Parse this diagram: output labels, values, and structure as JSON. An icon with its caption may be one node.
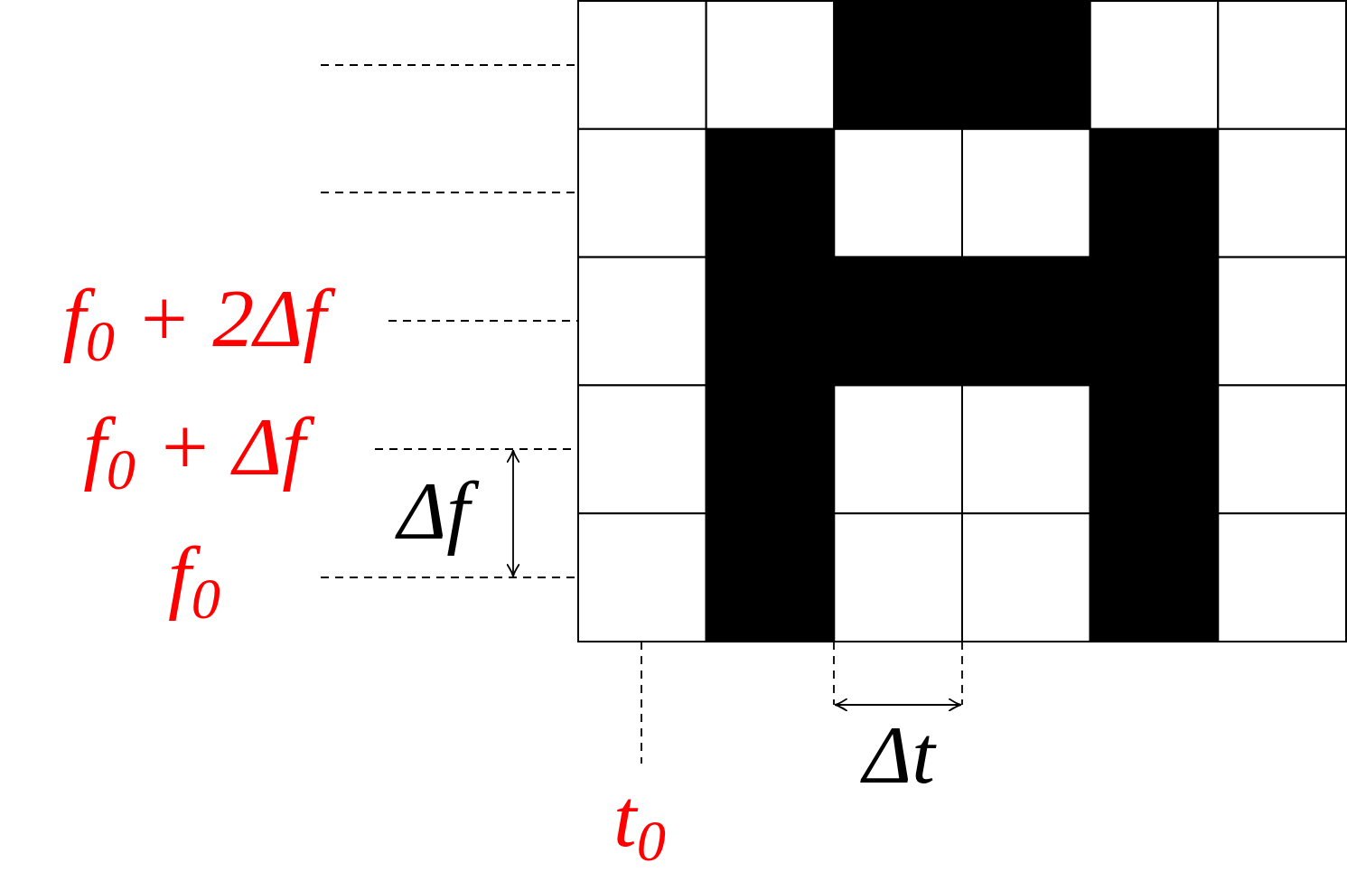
{
  "diagram": {
    "labels": [
      "f$_{0}$ + 2Δf",
      "f$_{0}$ + Δf",
      "f$_{0}$",
      "Δf",
      "Δt",
      "t$_{0}$"
    ]
  }
}
